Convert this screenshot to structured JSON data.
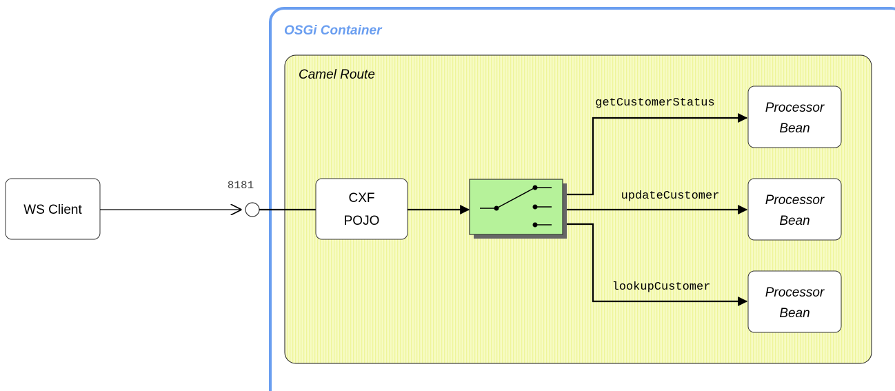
{
  "container": {
    "label": "OSGi Container",
    "border_color": "#6a9ef0"
  },
  "route": {
    "label": "Camel Route",
    "fill_color": "#f7fbc4",
    "stripe_color": "#eef59a"
  },
  "client": {
    "label": "WS Client"
  },
  "endpoint": {
    "port_label": "8181"
  },
  "cxf": {
    "line1": "CXF",
    "line2": "POJO"
  },
  "router": {
    "fill_color": "#b6f29a"
  },
  "routes": [
    {
      "operation": "getCustomerStatus",
      "processor_line1": "Processor",
      "processor_line2": "Bean"
    },
    {
      "operation": "updateCustomer",
      "processor_line1": "Processor",
      "processor_line2": "Bean"
    },
    {
      "operation": "lookupCustomer",
      "processor_line1": "Processor",
      "processor_line2": "Bean"
    }
  ]
}
